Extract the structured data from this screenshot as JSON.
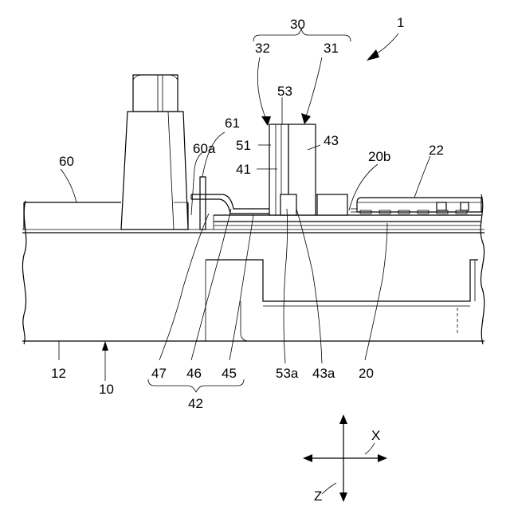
{
  "labels": {
    "l1": "1",
    "l10": "10",
    "l12": "12",
    "l20": "20",
    "l20b": "20b",
    "l22": "22",
    "l30": "30",
    "l31": "31",
    "l32": "32",
    "l41": "41",
    "l42": "42",
    "l43": "43",
    "l43a": "43a",
    "l45": "45",
    "l46": "46",
    "l47": "47",
    "l51": "51",
    "l53": "53",
    "l53a": "53a",
    "l60": "60",
    "l60a": "60a",
    "l61": "61"
  },
  "axes": {
    "x": "X",
    "z": "Z"
  }
}
